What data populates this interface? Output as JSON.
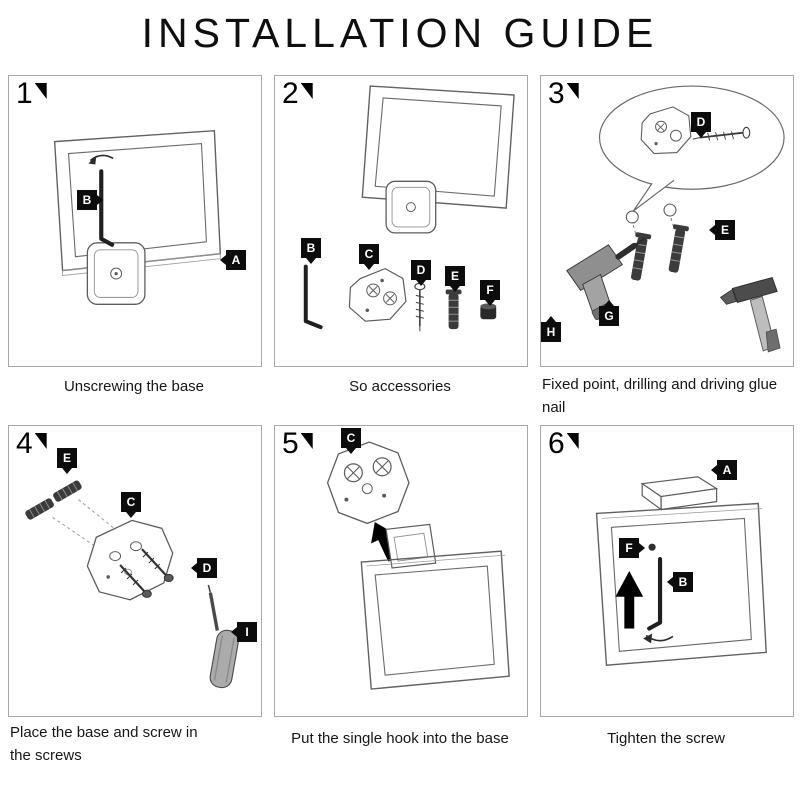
{
  "title": "INSTALLATION GUIDE",
  "steps": [
    {
      "number": "1",
      "caption": "Unscrewing the base",
      "labels": [
        "B",
        "A"
      ]
    },
    {
      "number": "2",
      "caption": "So accessories",
      "labels": [
        "B",
        "C",
        "D",
        "E",
        "F"
      ]
    },
    {
      "number": "3",
      "caption": "Fixed point, drilling and driving glue nail",
      "labels": [
        "D",
        "E",
        "G",
        "H"
      ]
    },
    {
      "number": "4",
      "caption": "Place the base and screw in the screws",
      "labels": [
        "E",
        "C",
        "D",
        "I"
      ]
    },
    {
      "number": "5",
      "caption": "Put the single hook into the base",
      "labels": [
        "C"
      ]
    },
    {
      "number": "6",
      "caption": "Tighten the screw",
      "labels": [
        "A",
        "F",
        "B"
      ]
    }
  ]
}
